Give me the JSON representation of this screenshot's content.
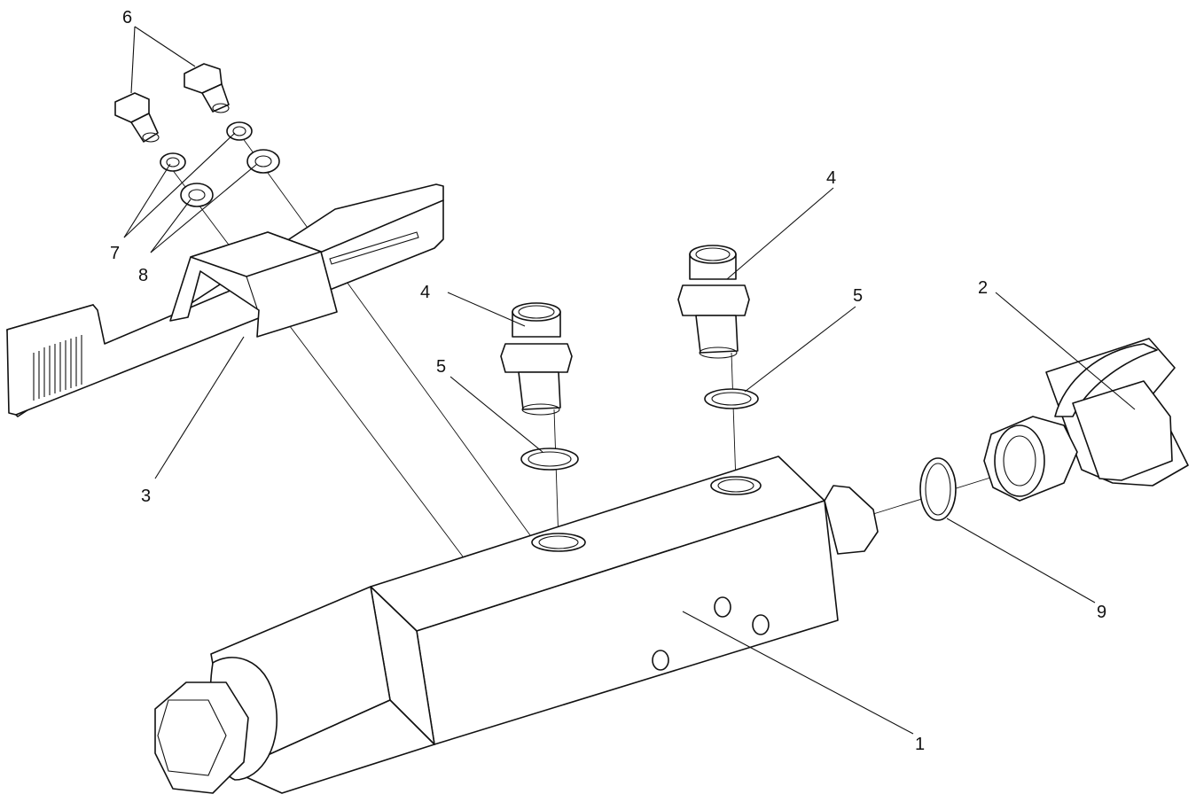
{
  "diagram": {
    "callouts": [
      {
        "id": "c1",
        "text": "1"
      },
      {
        "id": "c2",
        "text": "2"
      },
      {
        "id": "c3",
        "text": "3"
      },
      {
        "id": "c4a",
        "text": "4"
      },
      {
        "id": "c4b",
        "text": "4"
      },
      {
        "id": "c5a",
        "text": "5"
      },
      {
        "id": "c5b",
        "text": "5"
      },
      {
        "id": "c6",
        "text": "6"
      },
      {
        "id": "c7",
        "text": "7"
      },
      {
        "id": "c8",
        "text": "8"
      },
      {
        "id": "c9",
        "text": "9"
      }
    ]
  }
}
